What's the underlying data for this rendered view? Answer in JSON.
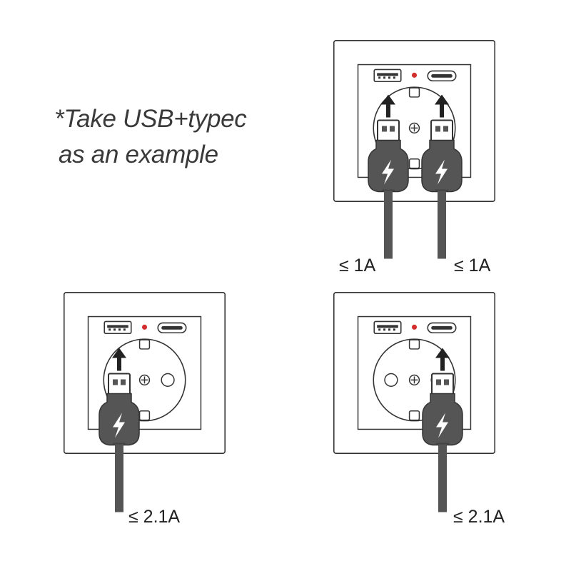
{
  "note": {
    "line1": "*Take USB+typec",
    "line2": "as an example"
  },
  "currents": {
    "top_left": "≤ 1A",
    "top_right": "≤ 1A",
    "bottom_left": "≤ 2.1A",
    "bottom_right": "≤ 2.1A"
  },
  "colors": {
    "plug": "#555555",
    "cable": "#555555",
    "outline": "#333333",
    "frame_fill": "#ffffff",
    "indicator_led": "#d32f2f"
  },
  "icons": {
    "charge": "lightning-bolt-icon",
    "usb_a": "usb-a-port-icon",
    "usb_c": "usb-c-port-icon",
    "insert": "up-arrow-icon"
  }
}
